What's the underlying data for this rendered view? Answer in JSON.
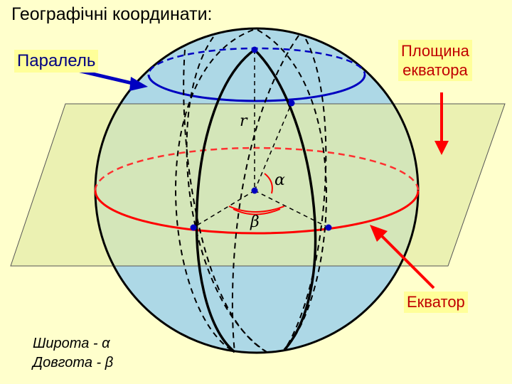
{
  "title": "Географічні координати:",
  "labels": {
    "parallel": "Паралель",
    "equator_plane_line1": "Площина",
    "equator_plane_line2": "екватора",
    "equator": "Екватор",
    "latitude": "Широта - α",
    "longitude": "Довгота - β"
  },
  "symbols": {
    "r": "r",
    "alpha": "α",
    "beta": "β"
  },
  "colors": {
    "background": "#ffffcc",
    "sphere": "#add8e6",
    "plane": "#d8e6b0",
    "equator": "#ff0000",
    "parallel": "#0000c0",
    "arrow_parallel": "#0000c0",
    "arrow_equator": "#ff0000",
    "points": "#0000c0"
  }
}
